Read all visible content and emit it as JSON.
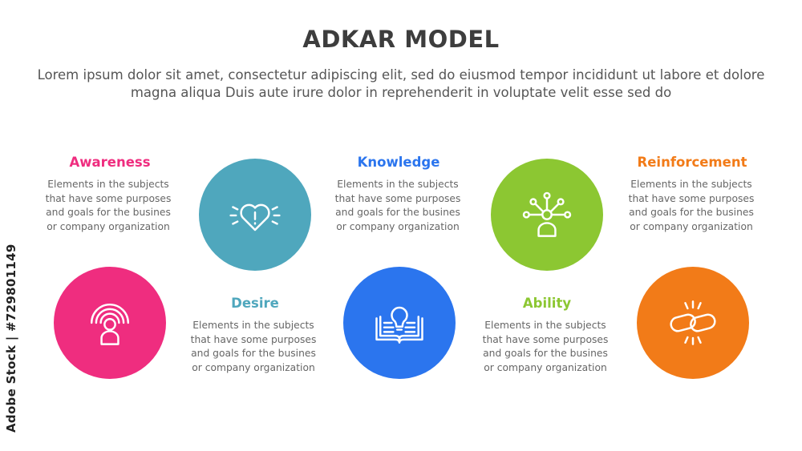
{
  "title": "ADKAR MODEL",
  "subtitle": "Lorem ipsum dolor sit amet, consectetur adipiscing elit, sed do eiusmod tempor incididunt ut labore et dolore magna aliqua Duis aute irure dolor in reprehenderit in voluptate velit esse sed do",
  "watermark": "Adobe Stock | #729801149",
  "items": [
    {
      "label": "Awareness",
      "color": "#ef2d7f",
      "icon": "person-signal-icon",
      "description": "Elements in the subjects\nthat have some purposes\nand goals for the  busines\nor company organization"
    },
    {
      "label": "Desire",
      "color": "#4fa7bd",
      "icon": "heart-alert-icon",
      "description": "Elements in the subjects\nthat have some purposes\nand goals for the  busines\nor company organization"
    },
    {
      "label": "Knowledge",
      "color": "#2b75ee",
      "icon": "book-lightbulb-icon",
      "description": "Elements in the subjects\nthat have some purposes\nand goals for the  busines\nor company organization"
    },
    {
      "label": "Ability",
      "color": "#8cc732",
      "icon": "person-network-icon",
      "description": "Elements in the subjects\nthat have some purposes\nand goals for the  busines\nor company organization"
    },
    {
      "label": "Reinforcement",
      "color": "#f27b18",
      "icon": "chain-link-icon",
      "description": "Elements in the subjects\nthat have some purposes\nand goals for the  busines\nor company organization"
    }
  ]
}
